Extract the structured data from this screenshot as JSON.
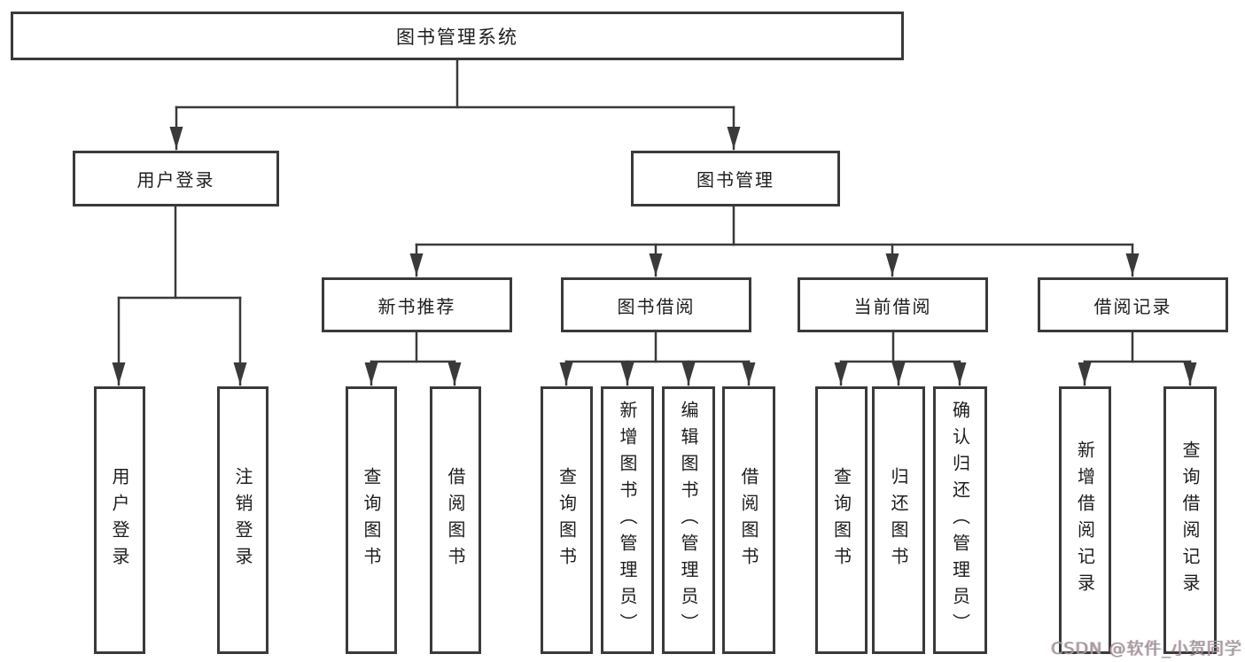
{
  "colors": {
    "line": "#3a3a3a",
    "box_border": "#3a3a3a",
    "text": "#1d1d1d",
    "watermark": "#9c9c9c",
    "background": "#ffffff"
  },
  "diagram": {
    "root": {
      "label": "图书管理系统"
    },
    "user_login": {
      "label": "用户登录",
      "children": [
        {
          "label": "用户登录"
        },
        {
          "label": "注销登录"
        }
      ]
    },
    "book_mgmt": {
      "label": "图书管理",
      "sections": [
        {
          "label": "新书推荐",
          "children": [
            {
              "label": "查询图书"
            },
            {
              "label": "借阅图书"
            }
          ]
        },
        {
          "label": "图书借阅",
          "children": [
            {
              "label": "查询图书"
            },
            {
              "label": "新增图书（管理员）"
            },
            {
              "label": "编辑图书（管理员）"
            },
            {
              "label": "借阅图书"
            }
          ]
        },
        {
          "label": "当前借阅",
          "children": [
            {
              "label": "查询图书"
            },
            {
              "label": "归还图书"
            },
            {
              "label": "确认归还（管理员）"
            }
          ]
        },
        {
          "label": "借阅记录",
          "children": [
            {
              "label": "新增借阅记录"
            },
            {
              "label": "查询借阅记录"
            }
          ]
        }
      ]
    }
  },
  "watermark": {
    "text": "CSDN @软件_小贺同学"
  }
}
